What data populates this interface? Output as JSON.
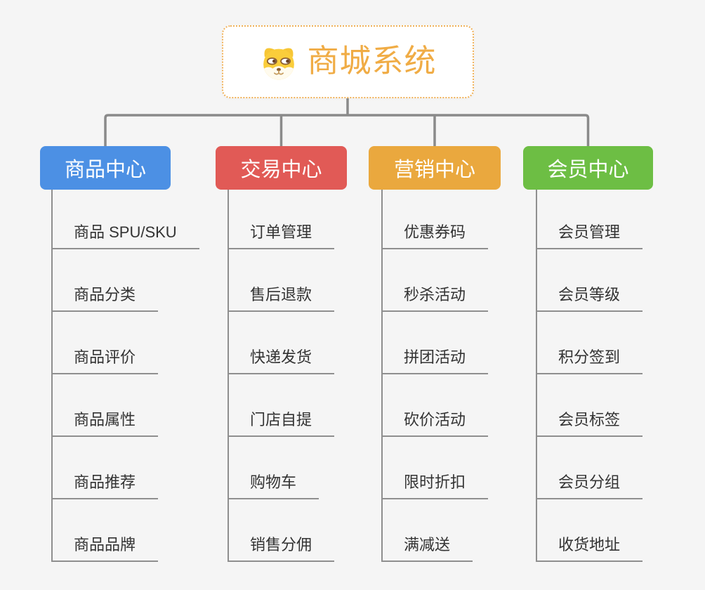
{
  "root": {
    "title": "商城系统",
    "icon": "doge-icon"
  },
  "branches": [
    {
      "id": "product",
      "label": "商品中心",
      "color": "#4C90E4",
      "items": [
        "商品 SPU/SKU",
        "商品分类",
        "商品评价",
        "商品属性",
        "商品推荐",
        "商品品牌"
      ]
    },
    {
      "id": "trade",
      "label": "交易中心",
      "color": "#E15A56",
      "items": [
        "订单管理",
        "售后退款",
        "快递发货",
        "门店自提",
        "购物车",
        "销售分佣"
      ]
    },
    {
      "id": "marketing",
      "label": "营销中心",
      "color": "#EAA83E",
      "items": [
        "优惠券码",
        "秒杀活动",
        "拼团活动",
        "砍价活动",
        "限时折扣",
        "满减送"
      ]
    },
    {
      "id": "member",
      "label": "会员中心",
      "color": "#6DBE44",
      "items": [
        "会员管理",
        "会员等级",
        "积分签到",
        "会员标签",
        "会员分组",
        "收货地址"
      ]
    }
  ],
  "palette": {
    "background": "#F5F5F5",
    "root_border": "#F0B158",
    "root_title": "#F0AC45",
    "connector": "#8A8A8A",
    "leaf_line": "#8F8F8F",
    "leaf_text": "#333333"
  }
}
